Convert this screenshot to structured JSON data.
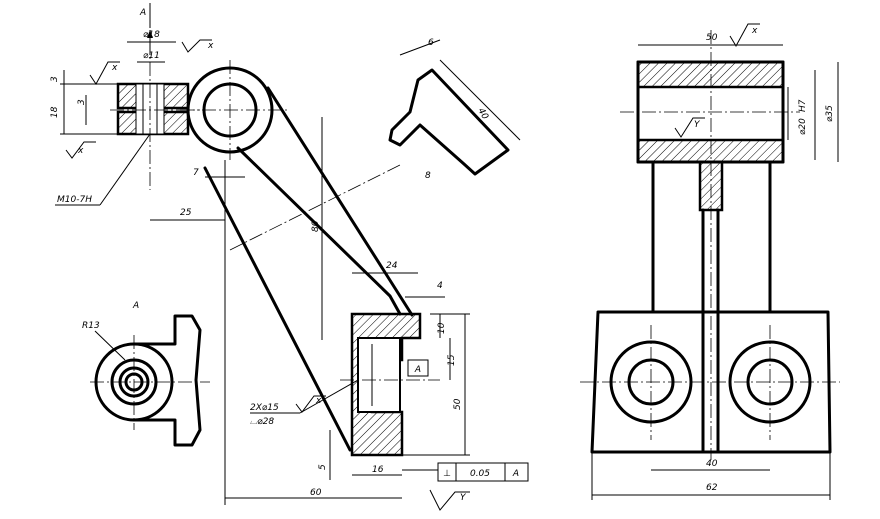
{
  "view_labels": {
    "section_a_top": "A",
    "view_a": "A",
    "datum_box": "A"
  },
  "left_part": {
    "dims": {
      "d18": "⌀18",
      "d11": "⌀11",
      "t3a": "3",
      "t3b": "3",
      "t18": "18",
      "thread": "M10-7H",
      "d7": "7",
      "d25": "25",
      "d80": "80",
      "d24": "24",
      "d4": "4",
      "d10": "10",
      "d15": "15",
      "d50": "50",
      "d5": "5",
      "d16": "16",
      "d60": "60",
      "holes": "2X⌀15",
      "cbore": "⌴⌀28",
      "r13": "R13",
      "d6": "6",
      "d40s": "40",
      "d8": "8"
    },
    "roughness": {
      "x1": "x",
      "x2": "x",
      "x3": "x",
      "y1": "Y",
      "x4": "x"
    },
    "tolerance": {
      "symbol": "⊥",
      "value": "0.05",
      "datum": "A"
    }
  },
  "right_view": {
    "dims": {
      "d50": "50",
      "d20": "⌀20",
      "dH7": "H7",
      "d35": "⌀35",
      "d40": "40",
      "d62": "62"
    },
    "roughness": {
      "x": "x",
      "y": "Y"
    }
  }
}
